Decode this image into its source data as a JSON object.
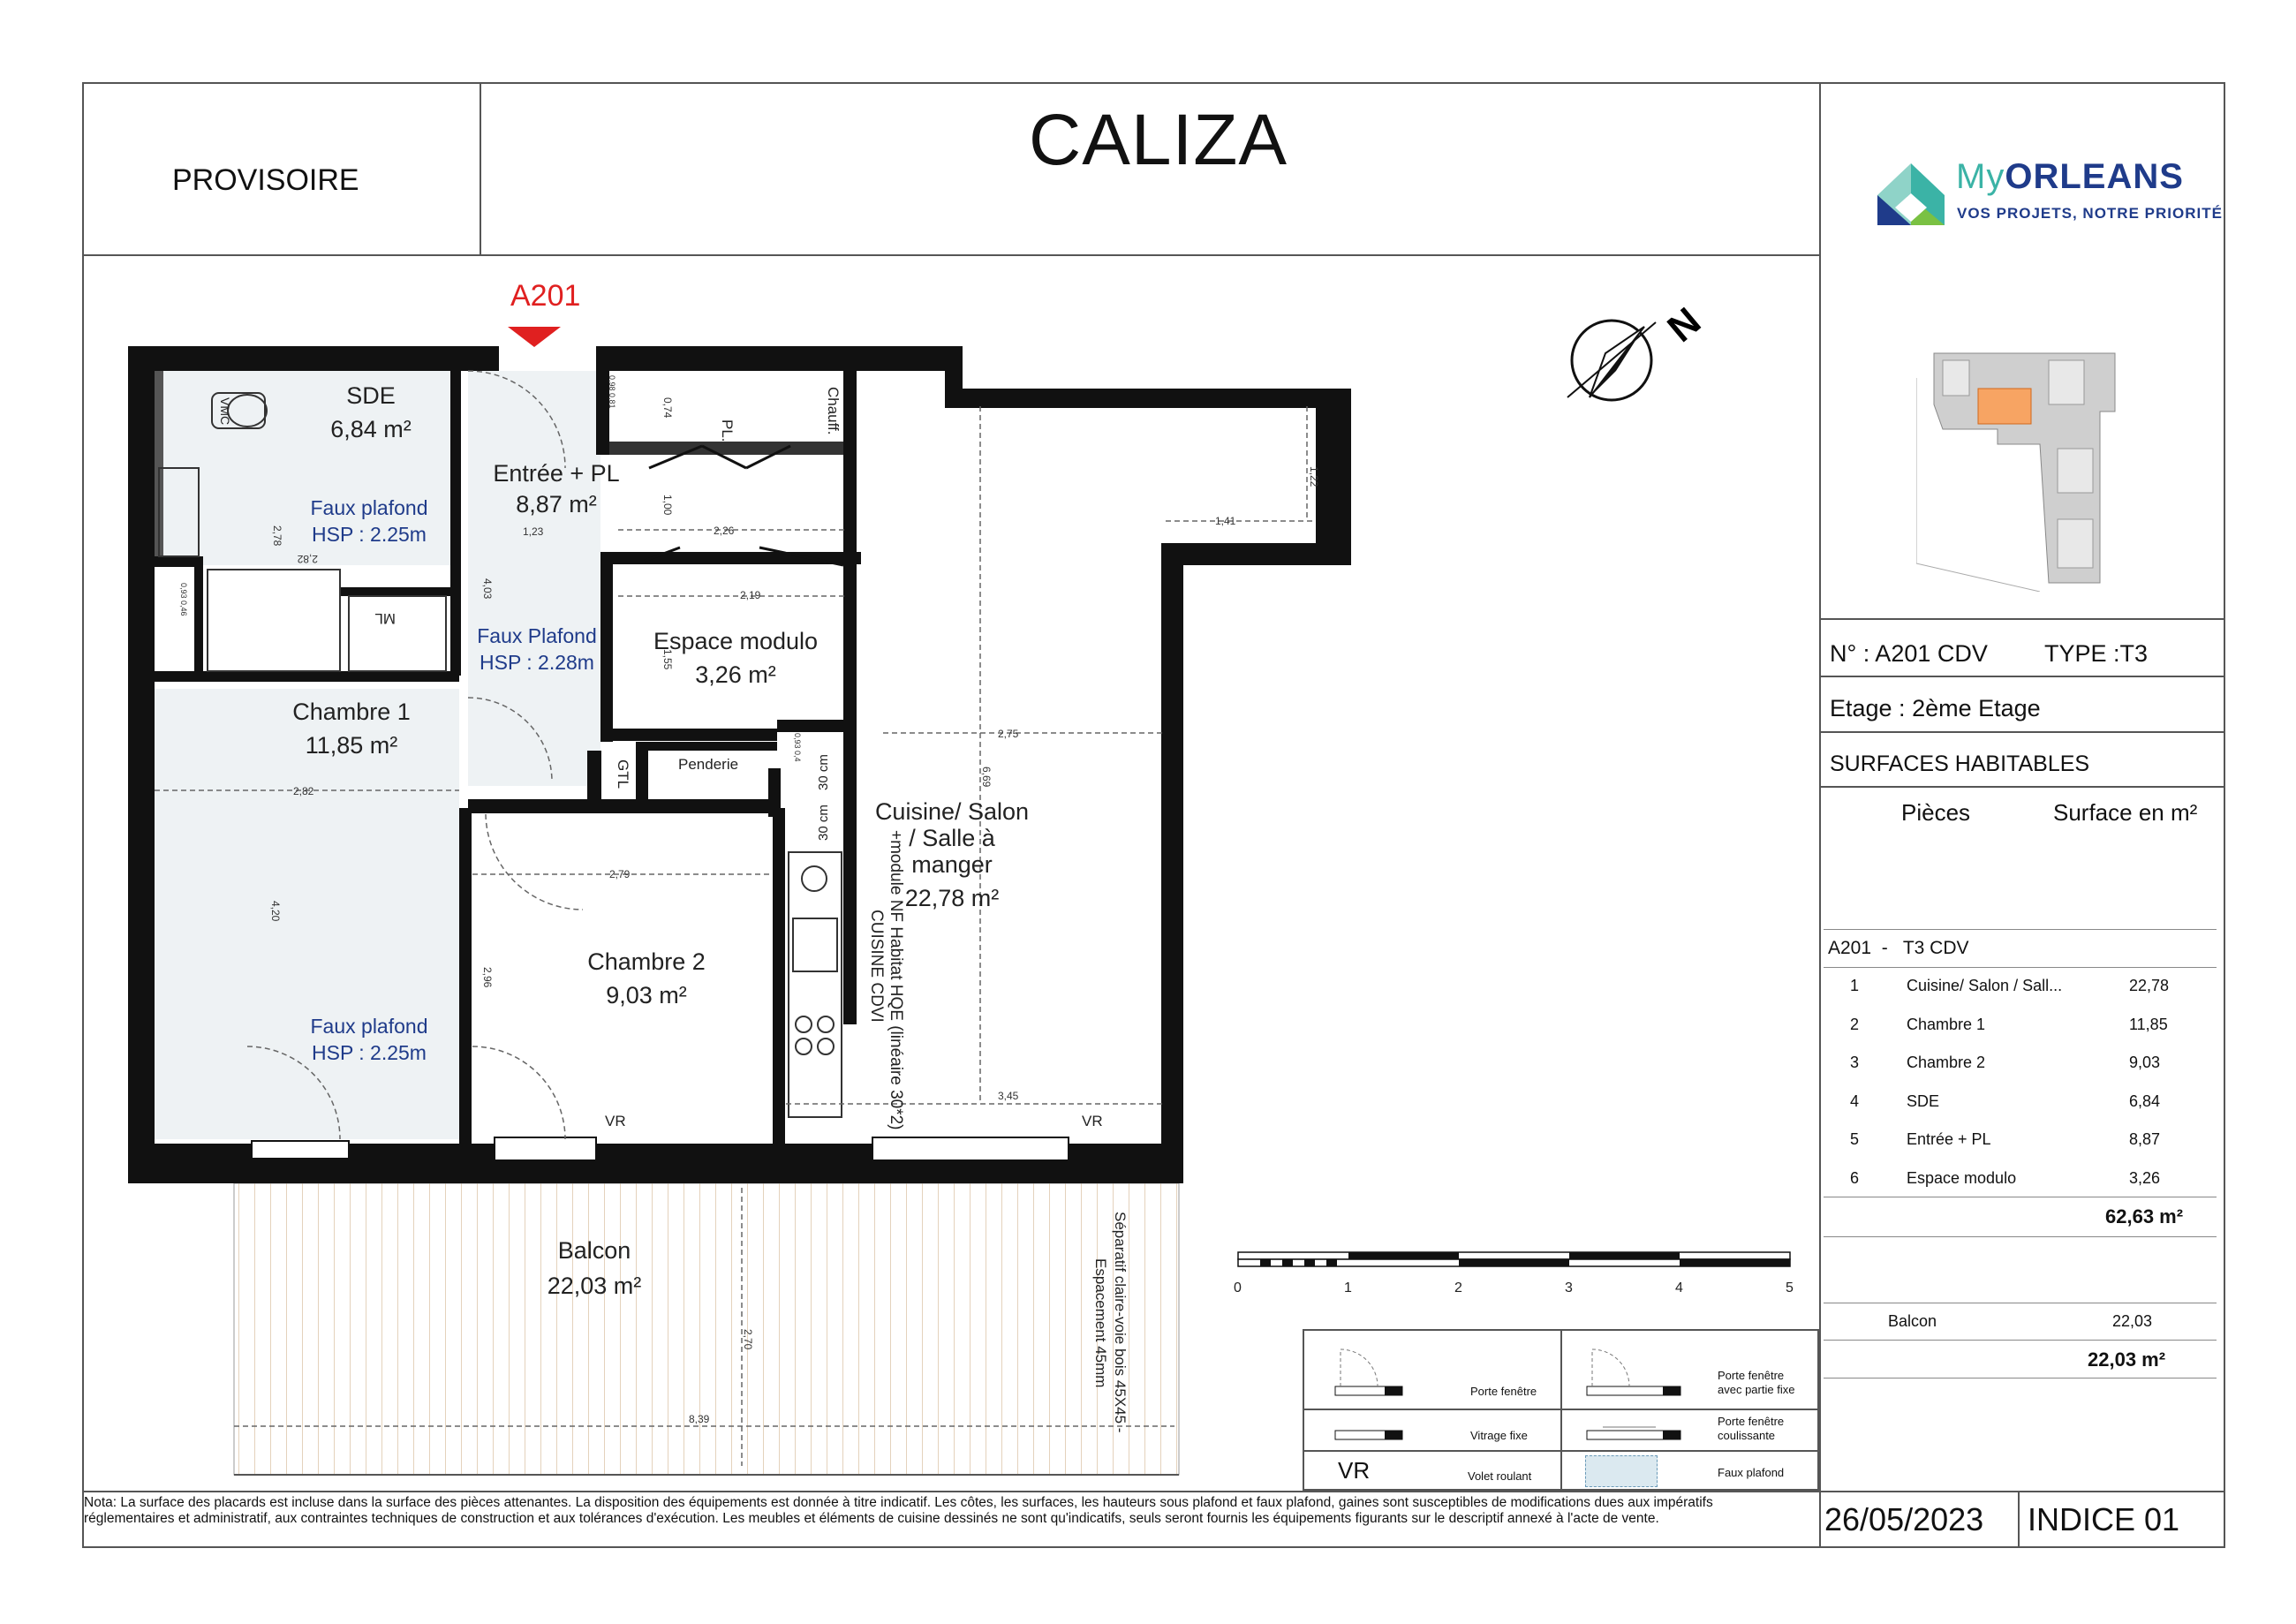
{
  "header": {
    "status": "PROVISOIRE",
    "project": "CALIZA",
    "logo_my": "My",
    "logo_name": "ORLEANS",
    "logo_tagline": "VOS PROJETS, NOTRE PRIORITÉ"
  },
  "apartment": {
    "marker": "A201",
    "number": "N° : A201 CDV",
    "type": "TYPE :T3",
    "floor": "Etage : 2ème Etage",
    "surfaces_title": "SURFACES HABITABLES",
    "col_rooms": "Pièces",
    "col_surface": "Surface en m²",
    "lot_label": "A201  -   T3 CDV",
    "rooms": [
      {
        "n": "1",
        "name": "Cuisine/ Salon / Sall...",
        "area": "22,78"
      },
      {
        "n": "2",
        "name": "Chambre 1",
        "area": "11,85"
      },
      {
        "n": "3",
        "name": "Chambre 2",
        "area": "9,03"
      },
      {
        "n": "4",
        "name": "SDE",
        "area": "6,84"
      },
      {
        "n": "5",
        "name": "Entrée + PL",
        "area": "8,87"
      },
      {
        "n": "6",
        "name": "Espace modulo",
        "area": "3,26"
      }
    ],
    "total": "62,63 m²",
    "balcony_name": "Balcon",
    "balcony_area": "22,03",
    "balcony_total": "22,03 m²"
  },
  "plan": {
    "rooms": {
      "sde": {
        "name": "SDE",
        "area": "6,84 m²"
      },
      "entree": {
        "name": "Entrée + PL",
        "area": "8,87 m²"
      },
      "modulo": {
        "name": "Espace modulo",
        "area": "3,26 m²"
      },
      "chambre1": {
        "name": "Chambre 1",
        "area": "11,85 m²"
      },
      "chambre2": {
        "name": "Chambre 2",
        "area": "9,03 m²"
      },
      "cuisine_l1": "Cuisine/ Salon",
      "cuisine_l2": "/ Salle à",
      "cuisine_l3": "manger",
      "cuisine_area": "22,78 m²",
      "balcon": {
        "name": "Balcon",
        "area": "22,03 m²"
      }
    },
    "ceilings": {
      "sde_l1": "Faux plafond",
      "sde_l2": "HSP : 2.25m",
      "entree_l1": "Faux Plafond",
      "entree_l2": "HSP : 2.28m",
      "ch1_l1": "Faux plafond",
      "ch1_l2": "HSP : 2.25m"
    },
    "labels": {
      "pl": "PL.",
      "chauff": "Chauff.",
      "penderie": "Penderie",
      "gtl": "GTL",
      "ml": "ML",
      "vmc": "VMC",
      "vr1": "VR",
      "vr2": "VR",
      "cuisine_note_1": "CUISINE CDVI",
      "cuisine_note_2": "+module NF Habitat HQE (linéaire 30*2)",
      "cm30a": "30 cm",
      "cm30b": "30 cm",
      "separatif_1": "Séparatif claire-voie bois 45X45 -",
      "separatif_2": "Espacement 45mm"
    },
    "dims": {
      "d278": "2,78",
      "d282a": "2,82",
      "d123": "1,23",
      "d403": "4,03",
      "d100": "1,00",
      "d226": "2,26",
      "d219": "2,19",
      "d155": "1,55",
      "d074": "0,74",
      "d275": "2,75",
      "d669": "6,69",
      "d141": "1,41",
      "d122": "1,22",
      "d282b": "2,82",
      "d420": "4,20",
      "d279": "2,79",
      "d296": "2,96",
      "d345": "3,45",
      "d270": "2,70",
      "d839": "8,39",
      "d0981": "0,98 0,81",
      "d0930": "0,93 0,4",
      "d0364": "0,93 0,46"
    },
    "north": "N",
    "scale_labels": [
      "0",
      "1",
      "2",
      "3",
      "4",
      "5"
    ]
  },
  "legend": {
    "porte_fenetre": "Porte fenêtre",
    "porte_fenetre_fixe_1": "Porte fenêtre",
    "porte_fenetre_fixe_2": "avec partie fixe",
    "vitrage_fixe": "Vitrage fixe",
    "porte_fenetre_coul_1": "Porte fenêtre",
    "porte_fenetre_coul_2": "coulissante",
    "vr": "VR",
    "volet_roulant": "Volet roulant",
    "faux_plafond": "Faux plafond"
  },
  "footer": {
    "note": "Nota: La surface des placards est incluse dans la surface des pièces attenantes. La disposition des équipements est donnée à titre indicatif. Les côtes, les surfaces, les hauteurs sous plafond et faux plafond, gaines sont susceptibles de modifications dues aux impératifs réglementaires et administratif, aux contraintes techniques de construction et aux tolérances d'exécution. Les meubles et éléments de cuisine dessinés ne sont qu'indicatifs, seuls seront fournis les équipements figurants sur le descriptif annexé à l'acte de vente.",
    "date": "26/05/2023",
    "indice": "INDICE 01"
  },
  "colors": {
    "wall": "#111111",
    "marker": "#e02020",
    "ceiling_text": "#1f3b8a",
    "logo_teal": "#3bb3a6"
  }
}
